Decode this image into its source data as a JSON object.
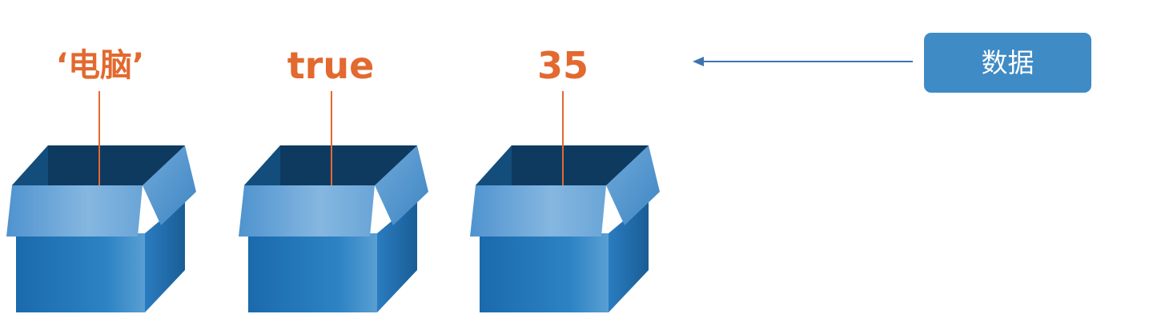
{
  "values": [
    {
      "text": "‘电脑’"
    },
    {
      "text": "true"
    },
    {
      "text": "35"
    }
  ],
  "tag": {
    "label": "数据"
  },
  "colors": {
    "value_text": "#e2692f",
    "pointer_line": "#e2692f",
    "box_front": "#1f73b6",
    "box_side": "#1a5d96",
    "box_inside": "#0e3a60",
    "box_flap": "#7fb3df",
    "tag_background": "#3f8bc6",
    "arrow": "#3f73b0"
  }
}
